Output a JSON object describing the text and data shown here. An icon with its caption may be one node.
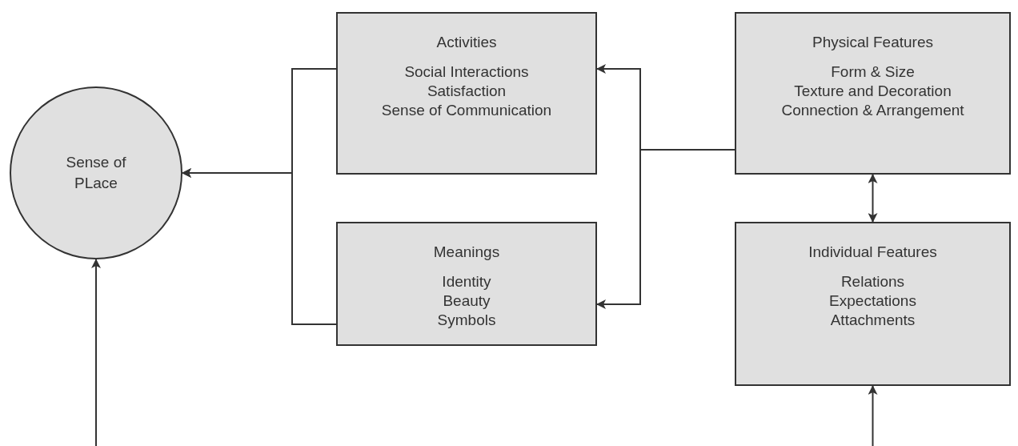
{
  "diagram": {
    "nodes": [
      {
        "text": [
          "Sense of PLace"
        ]
      },
      {
        "text": [
          "Activities",
          "Social Interactions",
          "Satisfaction",
          "Sense of Communication"
        ]
      },
      {
        "text": [
          "Physical Features",
          "Form & Size",
          "Texture and Decoration",
          "Connection & Arrangement"
        ]
      },
      {
        "text": [
          "Meanings",
          "Identity",
          "Beauty",
          "Symbols"
        ]
      },
      {
        "text": [
          "Individual Features",
          "Relations",
          "Expectations",
          "Attachments"
        ]
      }
    ],
    "edges": [
      {
        "from": 1,
        "to": 0,
        "arrow": "to"
      },
      {
        "from": 3,
        "to": 0,
        "arrow": "to"
      },
      {
        "from": 2,
        "to": 1,
        "arrow": "to"
      },
      {
        "from": 2,
        "to": 3,
        "arrow": "to"
      },
      {
        "from": 2,
        "to": 4,
        "arrow": "both"
      },
      {
        "from": null,
        "to": 0,
        "arrow": "to"
      },
      {
        "from": null,
        "to": 4,
        "arrow": "to"
      }
    ]
  }
}
